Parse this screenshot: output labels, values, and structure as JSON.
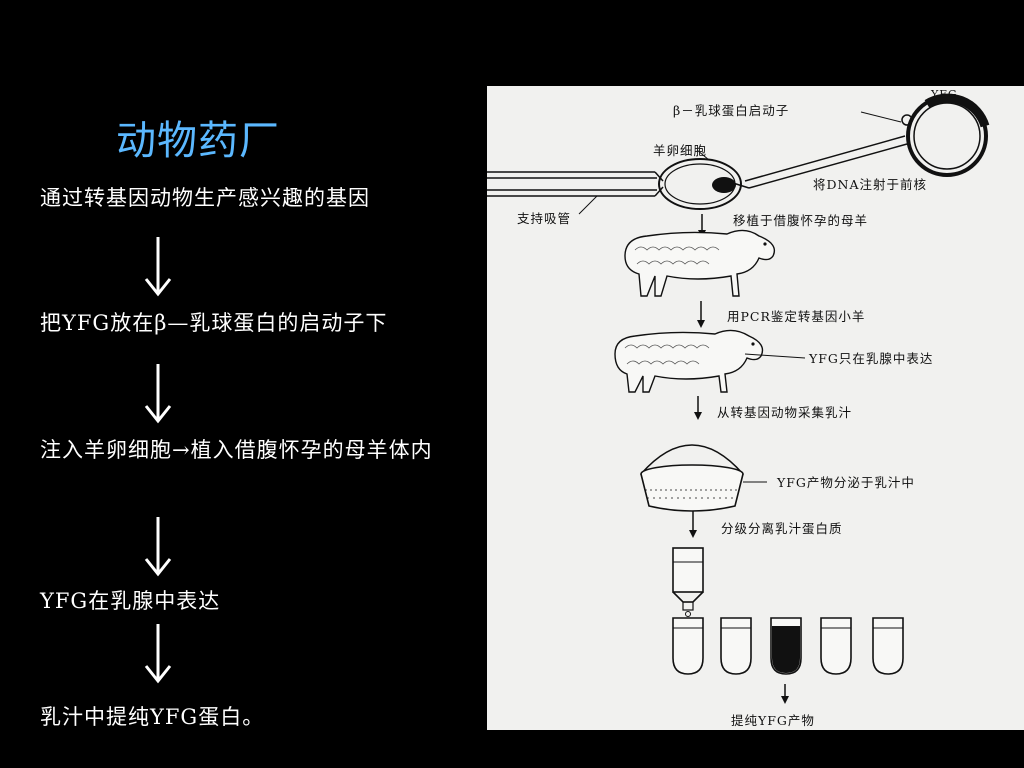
{
  "title": "动物药厂",
  "steps": [
    "通过转基因动物生产感兴趣的基因",
    "把YFG放在β—乳球蛋白的启动子下",
    "注入羊卵细胞→植入借腹怀孕的母羊体内",
    "YFG在乳腺中表达",
    "乳汁中提纯YFG蛋白。"
  ],
  "diagram": {
    "labels": {
      "yfg": "YFG",
      "promoter": "β－乳球蛋白启动子",
      "egg": "羊卵细胞",
      "pipette": "支持吸管",
      "inject": "将DNA注射于前核",
      "transplant": "移植于借腹怀孕的母羊",
      "pcr": "用PCR鉴定转基因小羊",
      "express": "YFG只在乳腺中表达",
      "collect": "从转基因动物采集乳汁",
      "secrete": "YFG产物分泌于乳汁中",
      "fraction": "分级分离乳汁蛋白质",
      "purify": "提纯YFG产物"
    }
  }
}
